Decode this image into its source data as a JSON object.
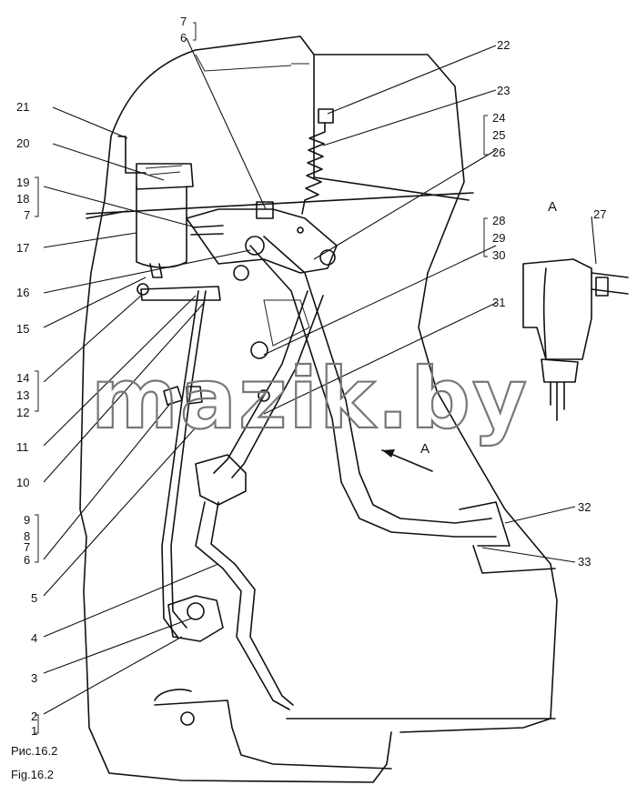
{
  "callouts": {
    "c1": "1",
    "c2": "2",
    "c3": "3",
    "c4": "4",
    "c5": "5",
    "c6a": "6",
    "c6b": "6",
    "c7a": "7",
    "c7b": "7",
    "c7c": "7",
    "c8": "8",
    "c9": "9",
    "c10": "10",
    "c11": "11",
    "c12": "12",
    "c13": "13",
    "c14": "14",
    "c15": "15",
    "c16": "16",
    "c17": "17",
    "c18": "18",
    "c19": "19",
    "c20": "20",
    "c21": "21",
    "c22": "22",
    "c23": "23",
    "c24": "24",
    "c25": "25",
    "c26": "26",
    "c27": "27",
    "c28": "28",
    "c29": "29",
    "c30": "30",
    "c31": "31",
    "c32": "32",
    "c33": "33"
  },
  "view_label_inset": "A",
  "view_label_arrow": "A",
  "caption_ru": "Рис.16.2",
  "caption_en": "Fig.16.2",
  "watermark": "mazik.by"
}
